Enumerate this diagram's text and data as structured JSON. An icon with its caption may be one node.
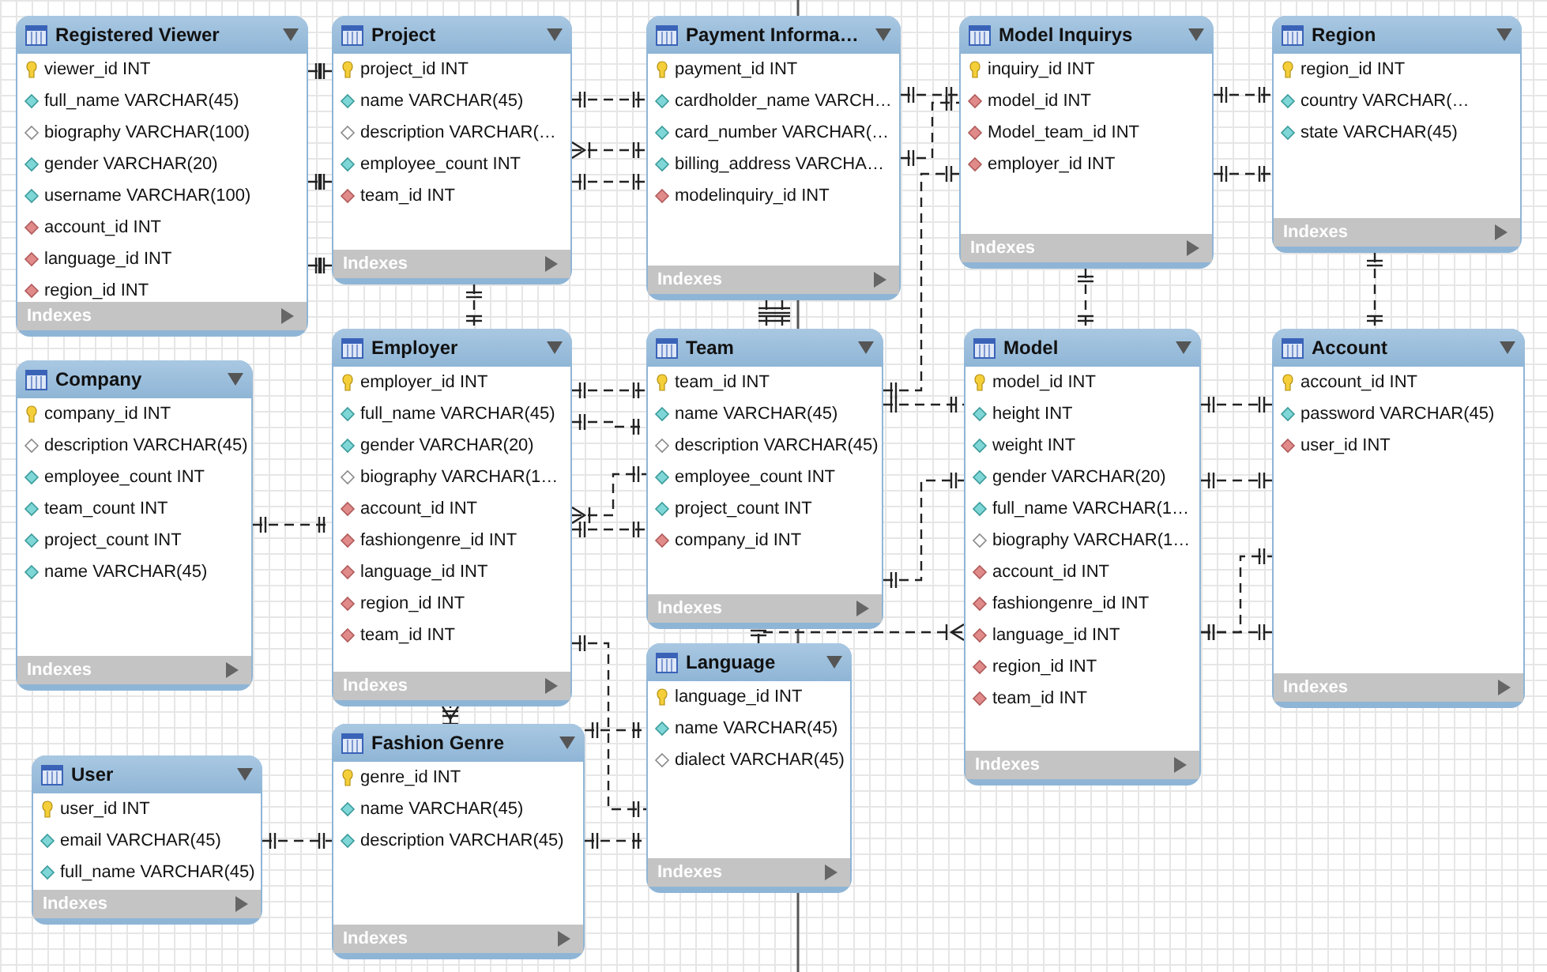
{
  "diagram": {
    "nodes": [
      {
        "text": [
          "Registered Viewer",
          "viewer_id INT",
          "full_name VARCHAR(45)",
          "biography VARCHAR(100)",
          "gender VARCHAR(20)",
          "username VARCHAR(100)",
          "account_id INT",
          "language_id INT",
          "region_id INT",
          "Indexes"
        ]
      },
      {
        "text": [
          "Project",
          "project_id INT",
          "name VARCHAR(45)",
          "description VARCHAR(…",
          "employee_count INT",
          "team_id INT",
          "Indexes"
        ]
      },
      {
        "text": [
          "Payment Informa…",
          "payment_id INT",
          "cardholder_name VARCH…",
          "card_number VARCHAR(…",
          "billing_address VARCHA…",
          "modelinquiry_id INT",
          "Indexes"
        ]
      },
      {
        "text": [
          "Model Inquirys",
          "inquiry_id INT",
          "model_id INT",
          "Model_team_id INT",
          "employer_id INT",
          "Indexes"
        ]
      },
      {
        "text": [
          "Region",
          "region_id INT",
          "country VARCHAR(…",
          "state VARCHAR(45)",
          "Indexes"
        ]
      },
      {
        "text": [
          "Company",
          "company_id INT",
          "description VARCHAR(45)",
          "employee_count INT",
          "team_count INT",
          "project_count INT",
          "name VARCHAR(45)",
          "Indexes"
        ]
      },
      {
        "text": [
          "Employer",
          "employer_id INT",
          "full_name VARCHAR(45)",
          "gender VARCHAR(20)",
          "biography VARCHAR(1…",
          "account_id INT",
          "fashiongenre_id INT",
          "language_id INT",
          "region_id INT",
          "team_id INT",
          "Indexes"
        ]
      },
      {
        "text": [
          "Team",
          "team_id INT",
          "name VARCHAR(45)",
          "description VARCHAR(45)",
          "employee_count INT",
          "project_count INT",
          "company_id INT",
          "Indexes"
        ]
      },
      {
        "text": [
          "Model",
          "model_id INT",
          "height INT",
          "weight INT",
          "gender VARCHAR(20)",
          "full_name VARCHAR(1…",
          "biography VARCHAR(1…",
          "account_id INT",
          "fashiongenre_id INT",
          "language_id INT",
          "region_id INT",
          "team_id INT",
          "Indexes"
        ]
      },
      {
        "text": [
          "Account",
          "account_id INT",
          "password VARCHAR(45)",
          "user_id INT",
          "Indexes"
        ]
      },
      {
        "text": [
          "User",
          "user_id INT",
          "email VARCHAR(45)",
          "full_name VARCHAR(45)",
          "Indexes"
        ]
      },
      {
        "text": [
          "Fashion Genre",
          "genre_id INT",
          "name VARCHAR(45)",
          "description VARCHAR(45)",
          "Indexes"
        ]
      },
      {
        "text": [
          "Language",
          "language_id INT",
          "name VARCHAR(45)",
          "dialect VARCHAR(45)",
          "Indexes"
        ]
      }
    ],
    "edges": [
      {
        "from": 0,
        "to": 1,
        "arrow": "other"
      },
      {
        "from": 0,
        "to": 1,
        "arrow": "other"
      },
      {
        "from": 0,
        "to": 1,
        "arrow": "other"
      },
      {
        "from": 1,
        "to": 2,
        "arrow": "other"
      },
      {
        "from": 1,
        "to": 2,
        "arrow": "other"
      },
      {
        "from": 1,
        "to": 2,
        "arrow": "other"
      },
      {
        "from": 2,
        "to": 3,
        "arrow": "other"
      },
      {
        "from": 2,
        "to": 3,
        "arrow": "other"
      },
      {
        "from": 7,
        "to": 3,
        "arrow": "other"
      },
      {
        "from": 3,
        "to": 4,
        "arrow": "other"
      },
      {
        "from": 3,
        "to": 4,
        "arrow": "other"
      },
      {
        "from": 1,
        "to": 6,
        "arrow": "other"
      },
      {
        "from": 2,
        "to": 7,
        "arrow": "other"
      },
      {
        "from": 2,
        "to": 7,
        "arrow": "other"
      },
      {
        "from": 3,
        "to": 8,
        "arrow": "other"
      },
      {
        "from": 4,
        "to": 9,
        "arrow": "other"
      },
      {
        "from": 5,
        "to": 6,
        "arrow": "other"
      },
      {
        "from": 6,
        "to": 7,
        "arrow": "other"
      },
      {
        "from": 6,
        "to": 7,
        "arrow": "other"
      },
      {
        "from": 6,
        "to": 7,
        "arrow": "other"
      },
      {
        "from": 6,
        "to": 7,
        "arrow": "other"
      },
      {
        "from": 6,
        "to": 12,
        "arrow": "other"
      },
      {
        "from": 11,
        "to": 6,
        "arrow": "other"
      },
      {
        "from": 7,
        "to": 8,
        "arrow": "other"
      },
      {
        "from": 8,
        "to": 9,
        "arrow": "other"
      },
      {
        "from": 7,
        "to": 8,
        "arrow": "other"
      },
      {
        "from": 8,
        "to": 9,
        "arrow": "other"
      },
      {
        "from": 8,
        "to": 9,
        "arrow": "other"
      },
      {
        "from": 8,
        "to": 9,
        "arrow": "other"
      },
      {
        "from": 12,
        "to": 8,
        "arrow": "other"
      },
      {
        "from": 11,
        "to": 12,
        "arrow": "other"
      },
      {
        "from": 11,
        "to": 12,
        "arrow": "other"
      },
      {
        "from": 10,
        "to": 11,
        "arrow": "other"
      }
    ]
  }
}
